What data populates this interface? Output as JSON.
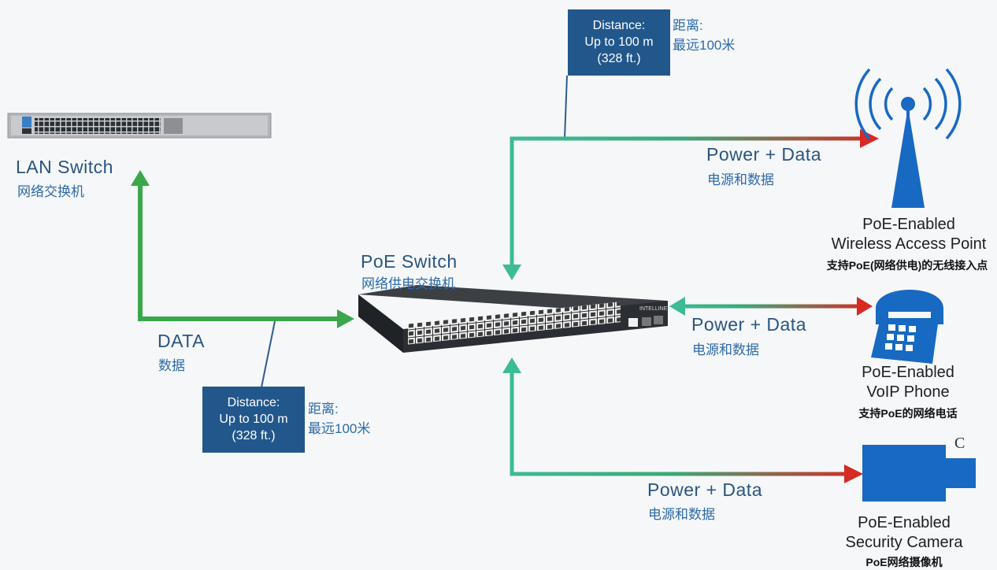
{
  "lan_switch": {
    "label_en": "LAN Switch",
    "label_zh": "网络交换机"
  },
  "poe_switch": {
    "label_en": "PoE Switch",
    "label_zh": "网络供电交换机"
  },
  "data_link": {
    "label_en": "DATA",
    "label_zh": "数据"
  },
  "distance_box_top": {
    "line1": "Distance:",
    "line2": "Up to 100 m",
    "line3": "(328 ft.)",
    "side_line1": "距离:",
    "side_line2": "最远100米"
  },
  "distance_box_bottom": {
    "line1": "Distance:",
    "line2": "Up to 100 m",
    "line3": "(328 ft.)",
    "side_line1": "距离:",
    "side_line2": "最远100米"
  },
  "link_wap": {
    "label_en": "Power + Data",
    "label_zh": "电源和数据"
  },
  "link_phone": {
    "label_en": "Power + Data",
    "label_zh": "电源和数据"
  },
  "link_camera": {
    "label_en": "Power + Data",
    "label_zh": "电源和数据"
  },
  "wap": {
    "line1": "PoE-Enabled",
    "line2": "Wireless Access Point",
    "label_zh": "支持PoE(网络供电)的无线接入点"
  },
  "phone": {
    "line1": "PoE-Enabled",
    "line2": "VoIP Phone",
    "label_zh": "支持PoE的网络电话"
  },
  "camera": {
    "line1": "PoE-Enabled",
    "line2": "Security Camera",
    "label_zh": "PoE网络摄像机",
    "badge": "C"
  },
  "poe_switch_brand": "INTELLINET",
  "colors": {
    "green_arrow": "#3aa74a",
    "teal": "#3dbb94",
    "red": "#d62a22",
    "device_blue": "#1769c2",
    "box_blue": "#22578c"
  }
}
